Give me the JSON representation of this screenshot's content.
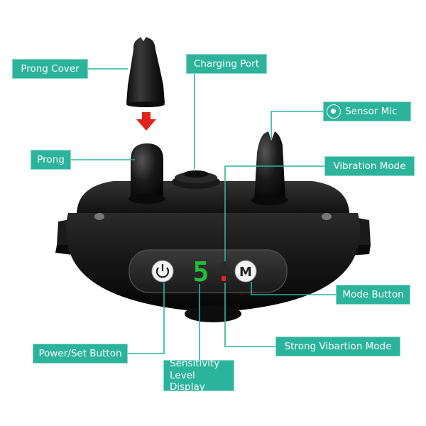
{
  "labels": {
    "prong_cover": "Prong Cover",
    "charging_port": "Charging Port",
    "sensor_mic": "Sensor Mic",
    "prong": "Prong",
    "vibration_mode": "Vibration Mode",
    "mode_button": "Mode Button",
    "strong_vibartion_mode": "Strong Vibartion Mode",
    "power_set_button": "Power/Set Button",
    "sensitivity_level_display": "Sensitivity Level Display"
  },
  "device": {
    "display_digit": "5",
    "mode_button_letter": "M"
  },
  "colors": {
    "label_bg": "#2bb39b",
    "leader_line": "#2bb39b",
    "arrow": "#e0231c",
    "device_body": "#111111",
    "display_digit": "#1fbf3a",
    "display_dot": "#e0231c"
  }
}
